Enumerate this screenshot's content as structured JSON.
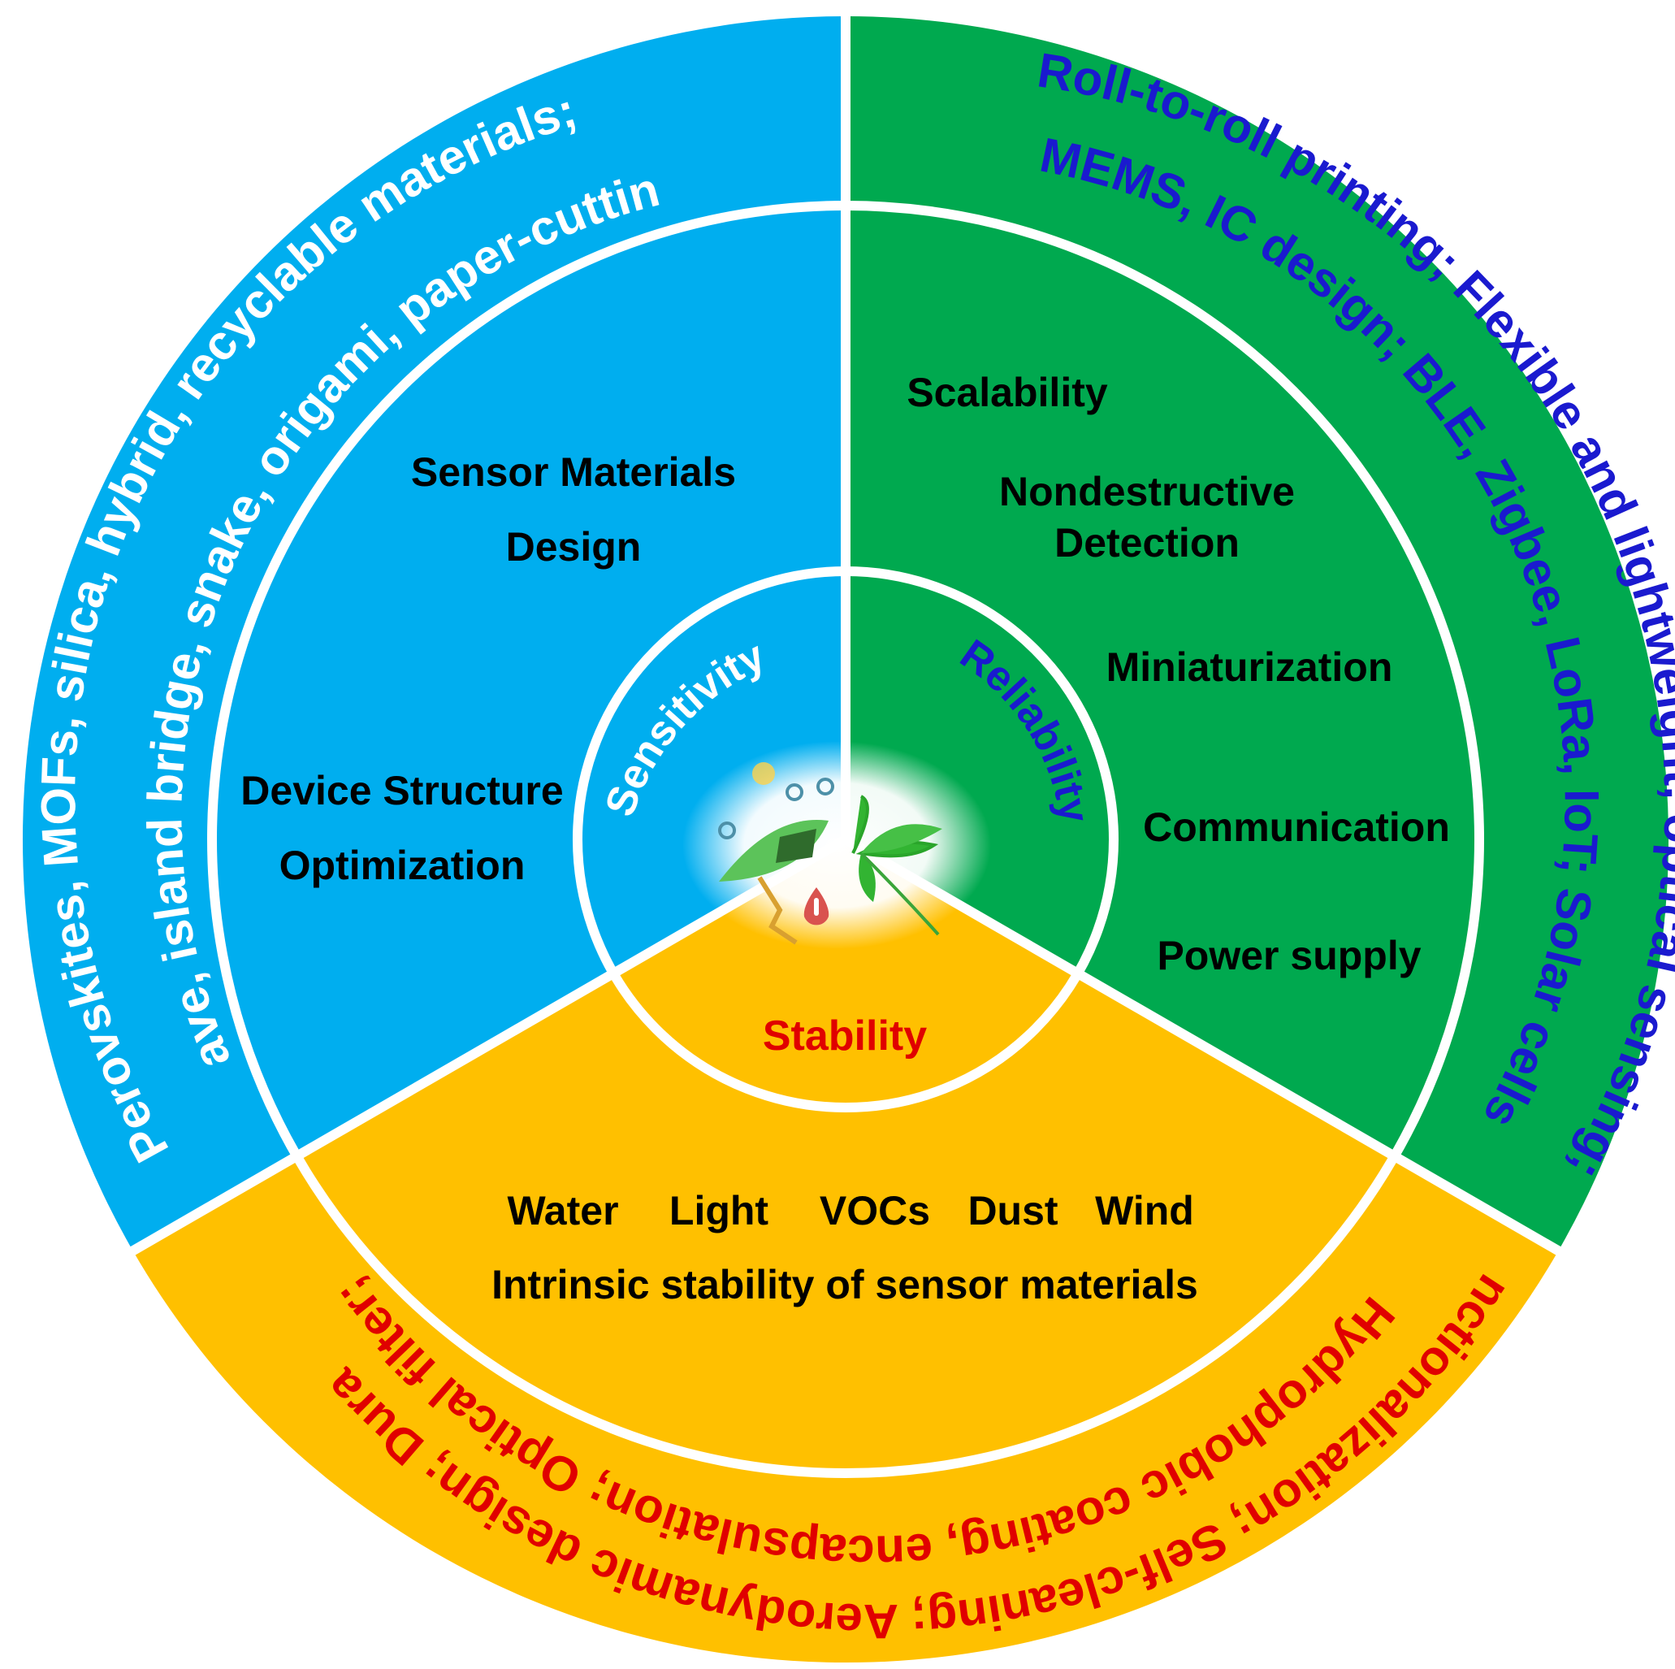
{
  "colors": {
    "sensitivity": "#00AEEF",
    "reliability": "#00A94F",
    "stability": "#FFC000",
    "blue_text": "#1A1ACF",
    "red_text": "#E00000",
    "divider": "#FFFFFF"
  },
  "core": {
    "sensitivity": "Sensitivity",
    "reliability": "Reliability",
    "stability": "Stability"
  },
  "sensitivity": {
    "items": [
      "Sensor Materials",
      "Design",
      "Device Structure",
      "Optimization"
    ],
    "outer_line_1": "Perovskites, MOFs, silica, hybrid, recyclable materials;",
    "outer_line_2": "Wave, island bridge, snake, origami, paper-cutting"
  },
  "reliability": {
    "items": [
      "Scalability",
      "Nondestructive",
      "Detection",
      "Miniaturization",
      "Communication",
      "Power supply"
    ],
    "outer_line_1": "Roll-to-roll printing; Flexible and lightweight, optical sensing;",
    "outer_line_2": "MEMS, IC design; BLE, Zigbee, LoRa, IoT; Solar cells"
  },
  "stability": {
    "factors": [
      "Water",
      "Light",
      "VOCs",
      "Dust",
      "Wind"
    ],
    "intrinsic": "Intrinsic stability of sensor materials",
    "outer_line_1": "Hydrophobic coating, encapsulation; Optical filter;",
    "outer_line_2": "Functionalization; Self-cleaning; Aerodynamic design; Durable"
  }
}
